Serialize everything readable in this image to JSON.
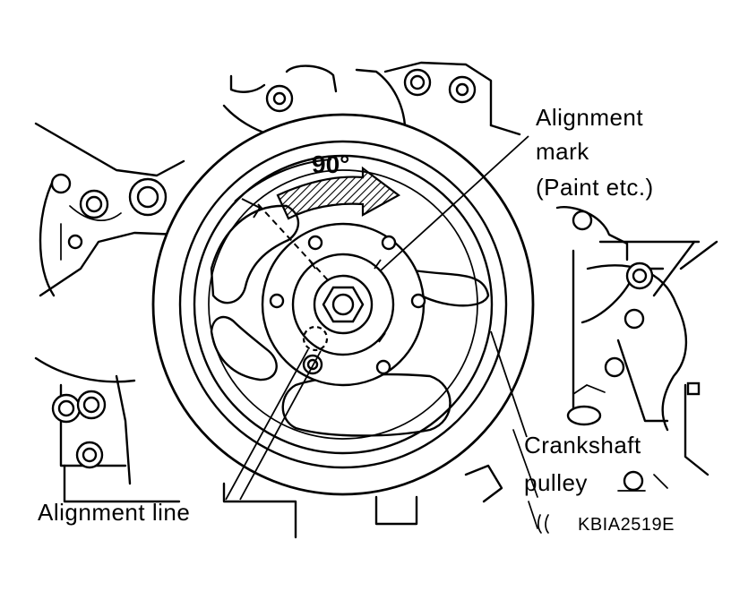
{
  "diagram": {
    "angle_label": "90°",
    "labels": {
      "alignment_mark_line1": "Alignment",
      "alignment_mark_line2": "mark",
      "alignment_mark_line3": "(Paint etc.)",
      "crankshaft_pulley_line1": "Crankshaft",
      "crankshaft_pulley_line2": "pulley",
      "alignment_line": "Alignment line"
    },
    "figure_code": "KBIA2519E"
  }
}
